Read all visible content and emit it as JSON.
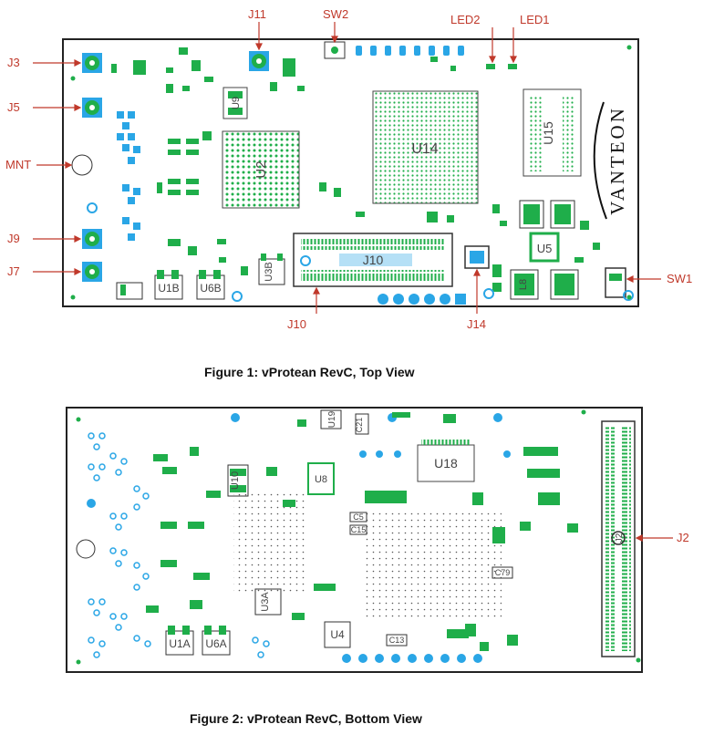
{
  "colors": {
    "callout": "#c0392b",
    "pad_green": "#1fae4a",
    "pad_blue": "#2aa6e6",
    "silk": "#444444",
    "outline": "#222222"
  },
  "top_view": {
    "caption": "Figure 1: vProtean RevC, Top View",
    "callouts": {
      "j3": "J3",
      "j5": "J5",
      "mnt": "MNT",
      "j9": "J9",
      "j7": "J7",
      "j11": "J11",
      "sw2": "SW2",
      "led2": "LED2",
      "led1": "LED1",
      "sw1": "SW1",
      "j10": "J10",
      "j14": "J14"
    },
    "silkscreen": {
      "u2": "U2",
      "u14": "U14",
      "u15": "U15",
      "u5": "U5",
      "j10": "J10",
      "u9": "U9",
      "u1b": "U1B",
      "u6b": "U6B",
      "u3b": "U3B",
      "l8": "L8",
      "logo": "VANTEON"
    }
  },
  "bottom_view": {
    "caption": "Figure 2: vProtean RevC, Bottom View",
    "callouts": {
      "j2": "J2"
    },
    "silkscreen": {
      "u18": "U18",
      "u1a": "U1A",
      "u6a": "U6A",
      "u3a": "U3A",
      "u4": "U4",
      "u8": "U8",
      "u19": "U19",
      "j2": "J2",
      "u10": "U10",
      "c5": "C5",
      "c15": "C15",
      "c79": "C79",
      "c13": "C13",
      "c21": "C21"
    }
  }
}
